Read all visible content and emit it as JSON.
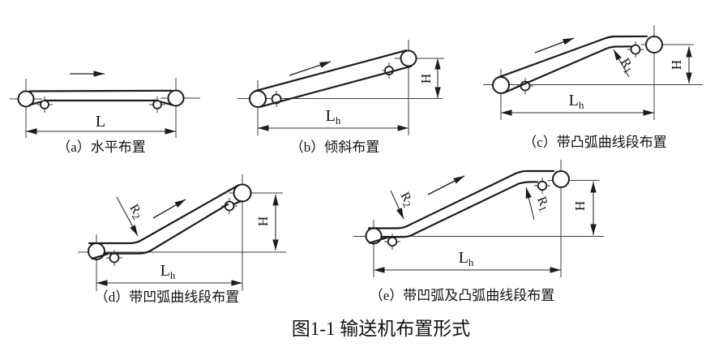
{
  "figure_caption": "图1-1 输送机布置形式",
  "colors": {
    "line": "#1c1c1c",
    "thin_line": "#3d3d3d",
    "text": "#111111",
    "background": "#ffffff"
  },
  "diagrams": {
    "a": {
      "caption": "（a）水平布置",
      "length_label": "L"
    },
    "b": {
      "caption": "（b）倾斜布置",
      "length_label": "L",
      "length_sub": "h",
      "height_label": "H"
    },
    "c": {
      "caption": "（c）带凸弧曲线段布置",
      "length_label": "L",
      "length_sub": "h",
      "height_label": "H",
      "radius1_label": "R",
      "radius1_sub": "1"
    },
    "d": {
      "caption": "（d）带凹弧曲线段布置",
      "length_label": "L",
      "length_sub": "h",
      "height_label": "H",
      "radius2_label": "R",
      "radius2_sub": "2"
    },
    "e": {
      "caption": "（e）带凹弧及凸弧曲线段布置",
      "length_label": "L",
      "length_sub": "h",
      "height_label": "H",
      "radius1_label": "R",
      "radius1_sub": "1",
      "radius2_label": "R",
      "radius2_sub": "2"
    }
  }
}
